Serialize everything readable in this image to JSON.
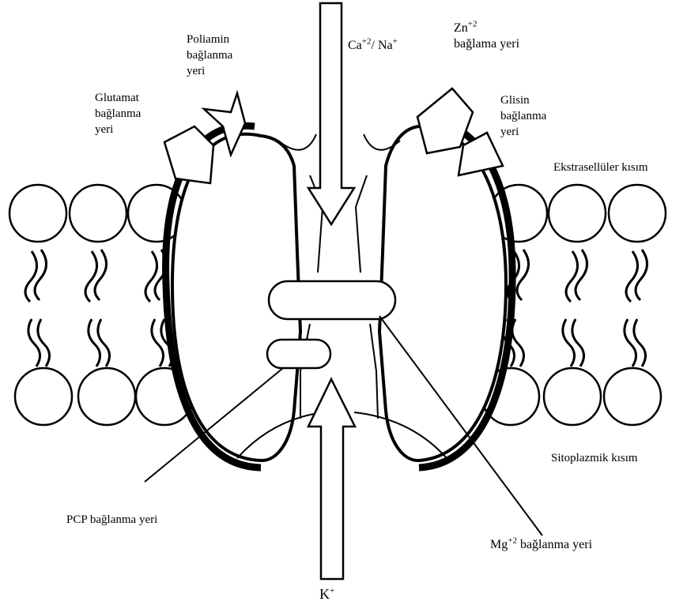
{
  "labels": {
    "poliamin": "Poliamin\nbağlanma\nyeri",
    "glutamat": "Glutamat\nbağlanma\nyeri",
    "ca_na": {
      "ca": "Ca",
      "ca_sup": "+2",
      "sep": "/ Na",
      "na_sup": "+"
    },
    "zn": {
      "base": "Zn",
      "sup": "+2",
      "line2": "bağlama yeri"
    },
    "glisin": "Glisin\nbağlanma\nyeri",
    "ekstrasellular": "Ekstrasellüler kısım",
    "sitoplazmik": "Sitoplazmik kısım",
    "pcp": "PCP bağlanma yeri",
    "mg": {
      "base": "Mg",
      "sup": "+2",
      "rest": " bağlanma yeri"
    },
    "k": {
      "base": "K",
      "sup": "+"
    }
  },
  "colors": {
    "stroke": "#000000",
    "fill": "#ffffff"
  }
}
